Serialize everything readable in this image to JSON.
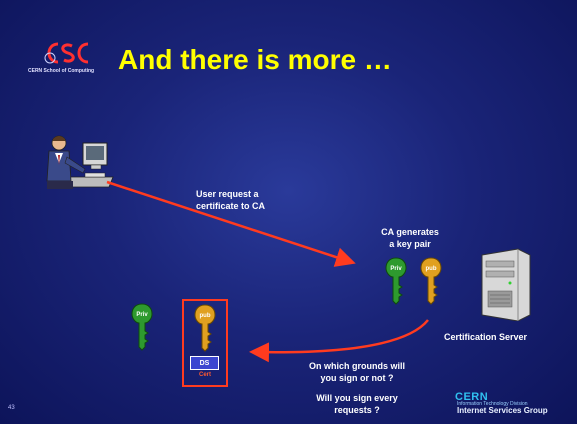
{
  "slide": {
    "title": "And there is more …",
    "page_number": "43",
    "logo": {
      "text": "CERN School of Computing",
      "mark": "CSC"
    },
    "steps": {
      "user_request": [
        "User request a",
        "certificate to CA"
      ],
      "ca_generates": [
        "CA generates",
        "a key pair"
      ],
      "question": [
        "On which grounds will",
        "you sign or not ?"
      ],
      "question2": [
        "Will you sign every",
        "requests ?"
      ]
    },
    "server_label": "Certification Server",
    "keys": {
      "priv": "Priv",
      "pub": "pub"
    },
    "certificate": {
      "ds": "DS",
      "cert": "Cert"
    },
    "footer": {
      "cern": "CERN",
      "division": "Information Technology Division",
      "group": "Internet Services Group"
    }
  },
  "colors": {
    "title": "#ffff00",
    "arrow": "#ff3b1f",
    "priv_key": "#2e9a2e",
    "pub_key": "#e0a020"
  }
}
